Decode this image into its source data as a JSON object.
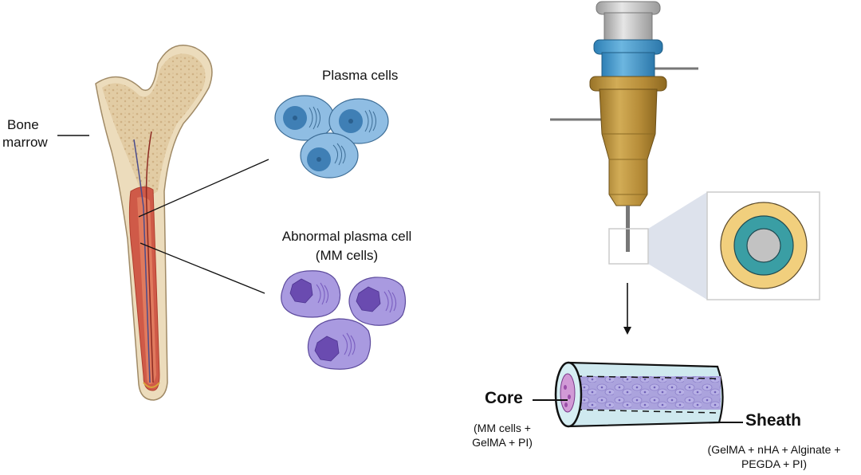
{
  "labels": {
    "bone_marrow": [
      "Bone",
      "marrow"
    ],
    "plasma_cells": "Plasma cells",
    "abnormal_plasma": [
      "Abnormal plasma cell",
      "(MM cells)"
    ],
    "core": "Core",
    "core_desc": [
      "(MM cells +",
      "GelMA + PI)"
    ],
    "sheath": "Sheath",
    "sheath_desc": [
      "(GelMA + nHA + Alginate +",
      "PEGDA + PI)"
    ]
  },
  "colors": {
    "bone": "#e6d3b0",
    "bone_spongy": "#d9bf94",
    "marrow_red": "#c7443a",
    "plasma_blue": "#7fb3de",
    "plasma_nucleus": "#3f7fb5",
    "mm_purple": "#a99ae0",
    "mm_nucleus": "#6a4bb0",
    "nozzle_gold": "#b88f3a",
    "nozzle_blue": "#3e93c8",
    "nozzle_silver": "#bfbfbf",
    "ring_outer": "#f1cf7d",
    "ring_middle": "#3a9ea4",
    "ring_inner": "#c2c2c2",
    "tube_sheath": "#cfe9ef",
    "tube_core": "#a79ddc"
  }
}
